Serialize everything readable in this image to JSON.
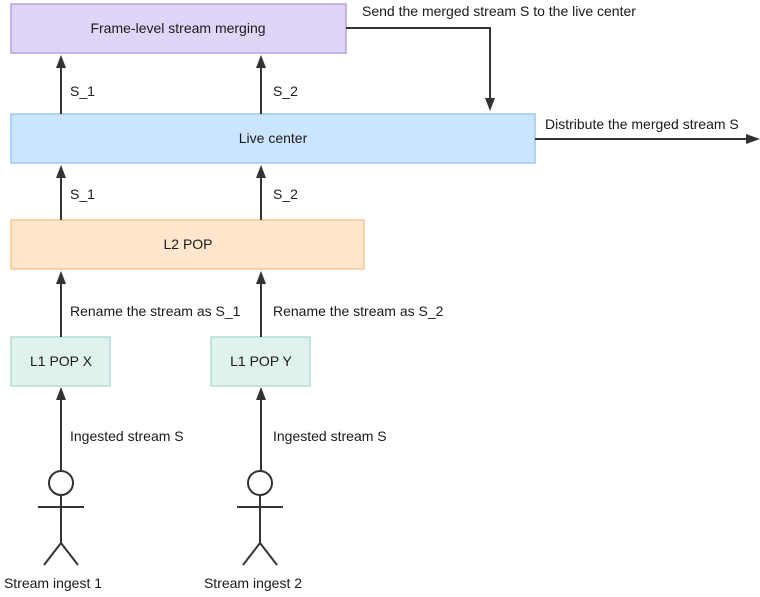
{
  "diagram": {
    "nodes": {
      "merge": {
        "label": "Frame-level stream merging",
        "fill": "#e1d5f7",
        "stroke": "#b6a4e0"
      },
      "live_center": {
        "label": "Live center",
        "fill": "#cce5ff",
        "stroke": "#9cc8f0"
      },
      "l2_pop": {
        "label": "L2 POP",
        "fill": "#ffe6cc",
        "stroke": "#f5c98f"
      },
      "l1_pop_x": {
        "label": "L1 POP X",
        "fill": "#dff2ee",
        "stroke": "#b2ddd3"
      },
      "l1_pop_y": {
        "label": "L1 POP Y",
        "fill": "#dff2ee",
        "stroke": "#b2ddd3"
      }
    },
    "actors": {
      "ingest_1": {
        "label": "Stream ingest 1"
      },
      "ingest_2": {
        "label": "Stream ingest 2"
      }
    },
    "edges": {
      "ingest_1_to_x": "Ingested stream S",
      "ingest_2_to_y": "Ingested stream S",
      "x_to_l2": "Rename the stream as S_1",
      "y_to_l2": "Rename the stream as S_2",
      "l2_to_live_s1": "S_1",
      "l2_to_live_s2": "S_2",
      "live_to_merge_s1": "S_1",
      "live_to_merge_s2": "S_2",
      "merge_to_live": "Send the merged stream S to the live center",
      "live_out": "Distribute the merged stream S"
    }
  }
}
